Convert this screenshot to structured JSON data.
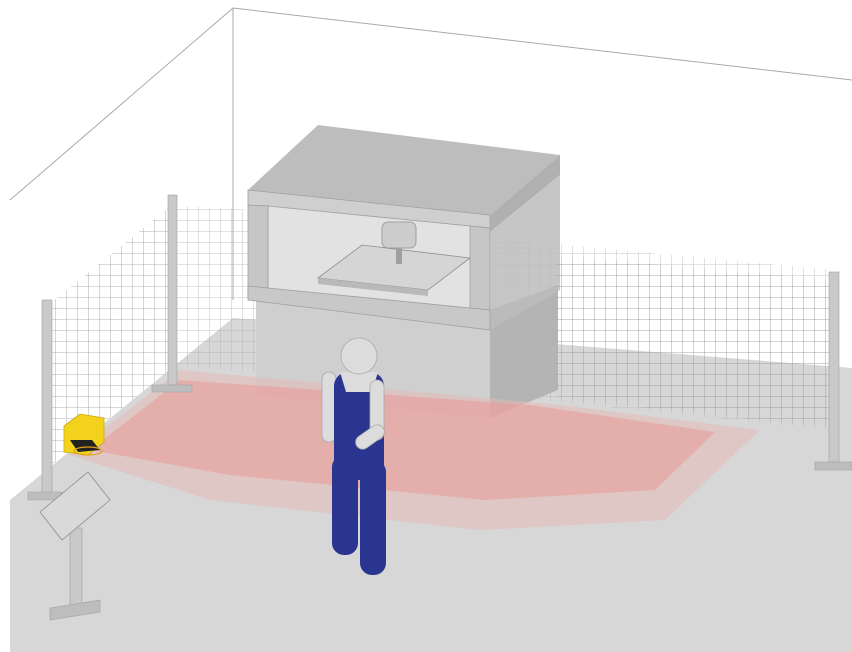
{
  "scene": {
    "title": "",
    "colors": {
      "floor": "#d7d7d8",
      "wall_line": "#a9a9ab",
      "machine_top": "#bdbdbe",
      "machine_front": "#cfcfd0",
      "machine_side": "#b4b4b5",
      "fence_post": "#c9c9ca",
      "fence_mesh": "#9a9a9c",
      "warning_field": "#e6b9b6",
      "protective_field": "#e79d9a",
      "scanner": "#f2d21c",
      "operator_overalls": "#2a3590",
      "operator_skin": "#dcdcdd"
    },
    "components": [
      {
        "name": "safety-laser-scanner",
        "icon": "scanner-icon"
      },
      {
        "name": "protective-field",
        "icon": "zone-icon"
      },
      {
        "name": "warning-field",
        "icon": "zone-icon"
      },
      {
        "name": "machine",
        "icon": "press-icon"
      },
      {
        "name": "operator",
        "icon": "person-icon"
      },
      {
        "name": "fence",
        "icon": "fence-icon"
      },
      {
        "name": "control-panel",
        "icon": "panel-icon"
      }
    ]
  }
}
